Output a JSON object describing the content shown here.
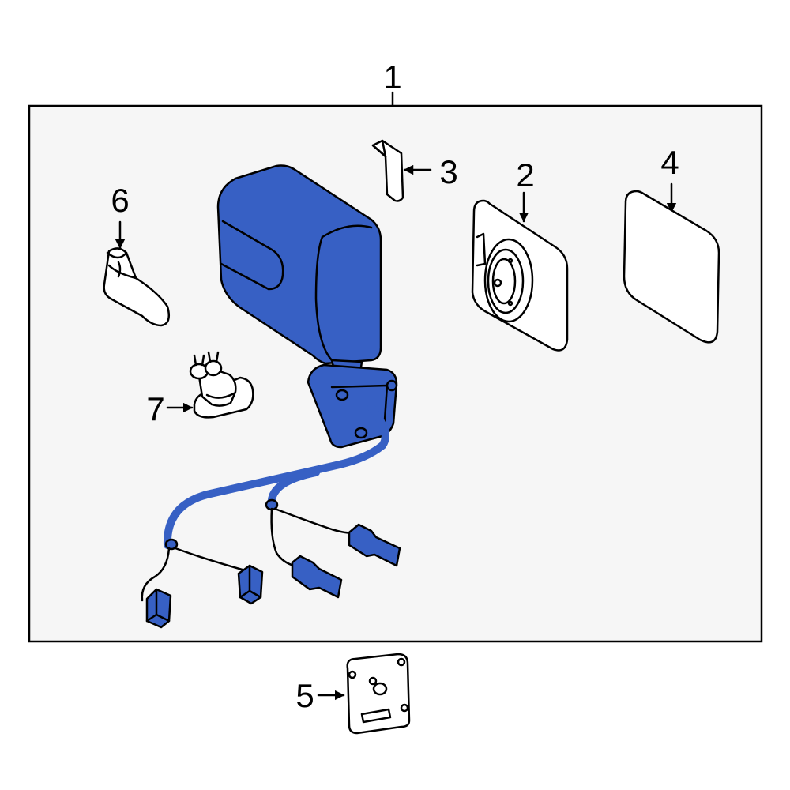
{
  "colors": {
    "highlight": "#3760c4",
    "panel": "#f6f6f6",
    "part_white": "#ffffff",
    "outline": "#000000"
  },
  "callouts": [
    {
      "id": "1",
      "label": "1"
    },
    {
      "id": "2",
      "label": "2"
    },
    {
      "id": "3",
      "label": "3"
    },
    {
      "id": "4",
      "label": "4"
    },
    {
      "id": "5",
      "label": "5"
    },
    {
      "id": "6",
      "label": "6"
    },
    {
      "id": "7",
      "label": "7"
    }
  ]
}
